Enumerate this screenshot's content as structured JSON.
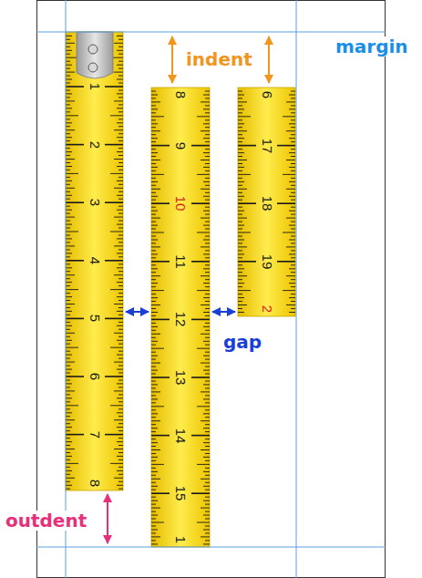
{
  "diagram": {
    "labels": [
      "margin",
      "indent",
      "gap",
      "outdent",
      "1",
      "2",
      "3",
      "4",
      "5",
      "6",
      "7",
      "8",
      "8",
      "9",
      "10",
      "11",
      "12",
      "13",
      "14",
      "15",
      "1",
      "6",
      "17",
      "18",
      "19",
      "2"
    ]
  }
}
